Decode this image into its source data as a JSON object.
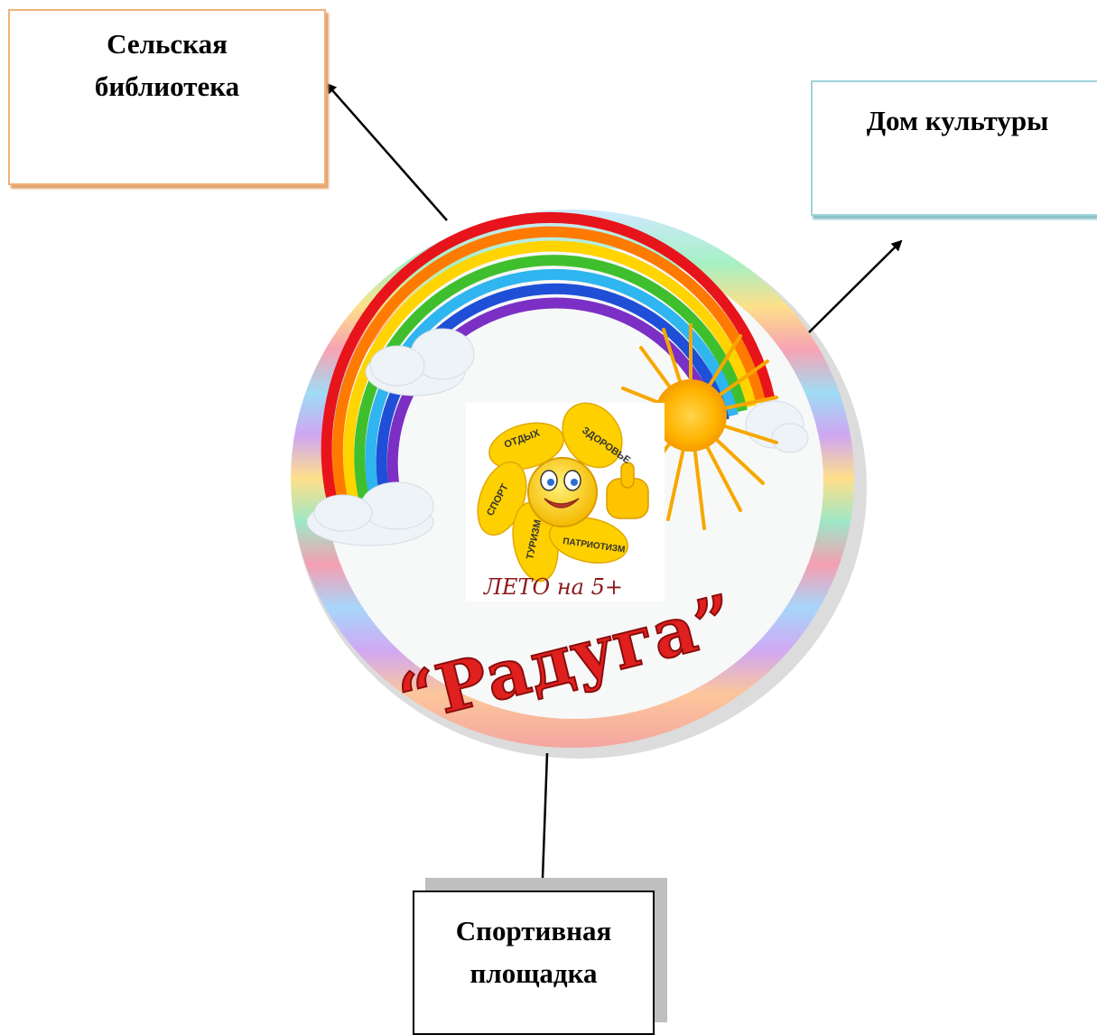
{
  "nodes": {
    "library": {
      "label_1": "Сельская",
      "label_2": "библиотека"
    },
    "culture": {
      "label": "Дом культуры"
    },
    "sport": {
      "label_1": "Спортивная",
      "label_2": "площадка"
    }
  },
  "emblem": {
    "title": "“Радуга”",
    "petals": [
      "ЗДОРОВЬЕ",
      "ОТДЫХ",
      "СПОРТ",
      "ТУРИЗМ",
      "ПАТРИОТИЗМ"
    ],
    "slogan": "ЛЕТО на 5+"
  },
  "colors": {
    "library_border": "#f0b27a",
    "culture_border": "#9ed3da",
    "sport_border": "#000000",
    "title_red": "#e0201e"
  }
}
